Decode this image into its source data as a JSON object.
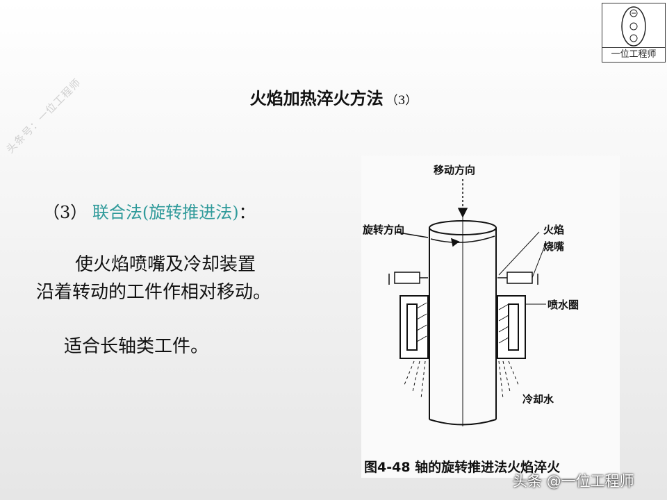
{
  "watermark": {
    "text": "头条号：一位工程师"
  },
  "logo": {
    "caption": "一位工程师"
  },
  "title": {
    "text": "火焰加热淬火方法",
    "number": "（3）"
  },
  "heading": {
    "prefix": "（3）",
    "highlight": "联合法(旋转推进法)",
    "suffix": "："
  },
  "body": {
    "line1": "使火焰喷嘴及冷却装置",
    "line2": "沿着转动的工件作相对移动。",
    "line3": "适合长轴类工件。"
  },
  "figure": {
    "labels": {
      "move_direction": "移动方向",
      "rotate_direction": "旋转方向",
      "flame": "火焰",
      "nozzle": "烧嘴",
      "spray_ring": "喷水圈",
      "cooling_water": "冷却水"
    },
    "caption": "图4-48    轴的旋转推进法火焰淬火"
  },
  "footer": {
    "text": "头条 @一位工程师"
  }
}
